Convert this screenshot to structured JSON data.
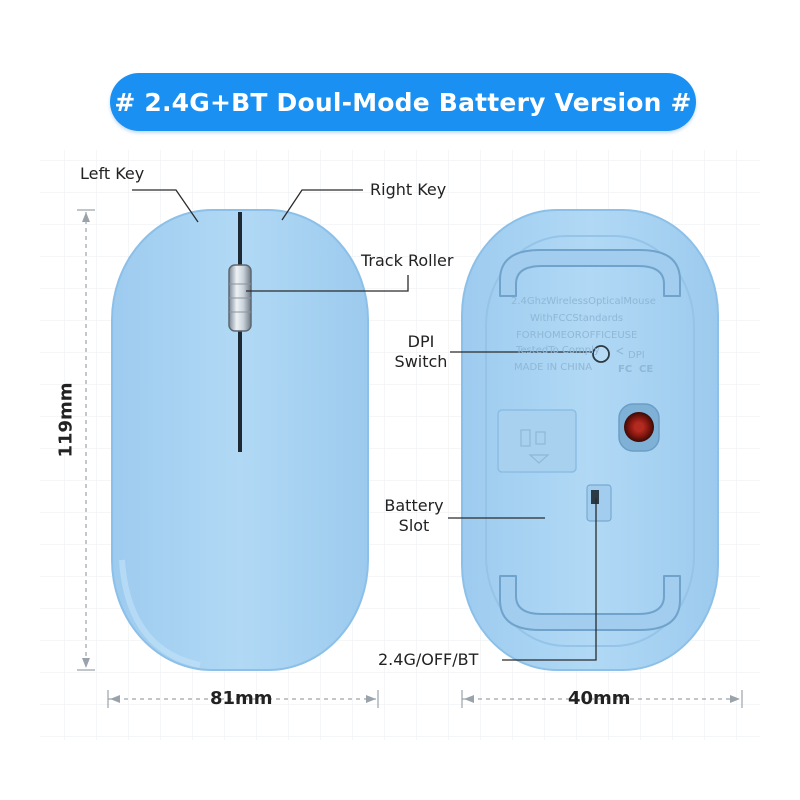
{
  "banner": {
    "title": "# 2.4G+BT Doul-Mode Battery Version #"
  },
  "labels": {
    "left_key": "Left Key",
    "right_key": "Right Key",
    "track_roller": "Track Roller",
    "dpi_switch_line1": "DPI",
    "dpi_switch_line2": "Switch",
    "battery_slot_line1": "Battery",
    "battery_slot_line2": "Slot",
    "mode_switch": "2.4G/OFF/BT"
  },
  "dimensions": {
    "height": "119mm",
    "width": "81mm",
    "depth": "40mm"
  },
  "bottom_print": {
    "line1": "2.4GhzWirelessOpticalMouse",
    "line2": "WithFCCStandards",
    "line3": "FORHOMEOROFFICEUSE",
    "line4": "TestedTo Comply",
    "line5": "MADE IN CHINA",
    "dpi_mark": "DPI",
    "cert_fc": "FC",
    "cert_ce": "CE"
  },
  "colors": {
    "banner": "#1a90f2",
    "mouse_body": "#a9d3f2",
    "mouse_edge": "#8cc0e8"
  }
}
